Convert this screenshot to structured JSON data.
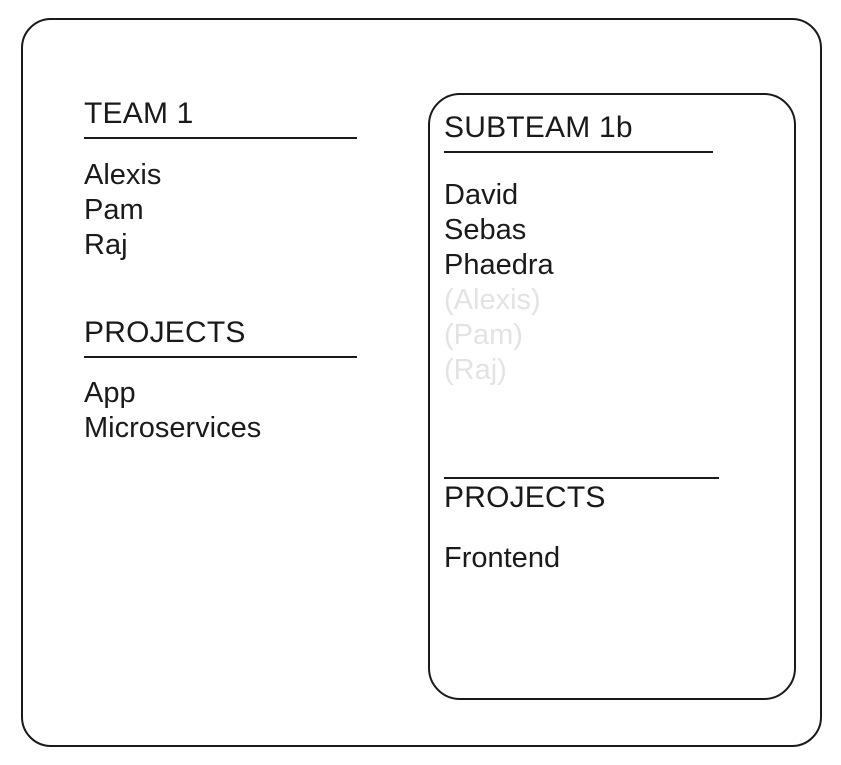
{
  "diagram": {
    "type": "nested-team-org-diagram",
    "background_color": "#ffffff",
    "border_color": "#1a1a1a",
    "inherited_text_color": "#e3e3e3"
  },
  "team": {
    "title": "TEAM 1",
    "members_section": {
      "members": [
        {
          "name": "Alexis",
          "inherited": false
        },
        {
          "name": "Pam",
          "inherited": false
        },
        {
          "name": "Raj",
          "inherited": false
        }
      ]
    },
    "projects_section": {
      "title": "PROJECTS",
      "projects": [
        {
          "name": "App"
        },
        {
          "name": "Microservices"
        }
      ]
    }
  },
  "subteam": {
    "title": "SUBTEAM 1b",
    "members_section": {
      "members": [
        {
          "name": "David",
          "inherited": false
        },
        {
          "name": "Sebas",
          "inherited": false
        },
        {
          "name": "Phaedra",
          "inherited": false
        },
        {
          "name": "(Alexis)",
          "inherited": true
        },
        {
          "name": "(Pam)",
          "inherited": true
        },
        {
          "name": "(Raj)",
          "inherited": true
        }
      ]
    },
    "projects_section": {
      "title": "PROJECTS",
      "projects": [
        {
          "name": "Frontend"
        }
      ]
    }
  }
}
